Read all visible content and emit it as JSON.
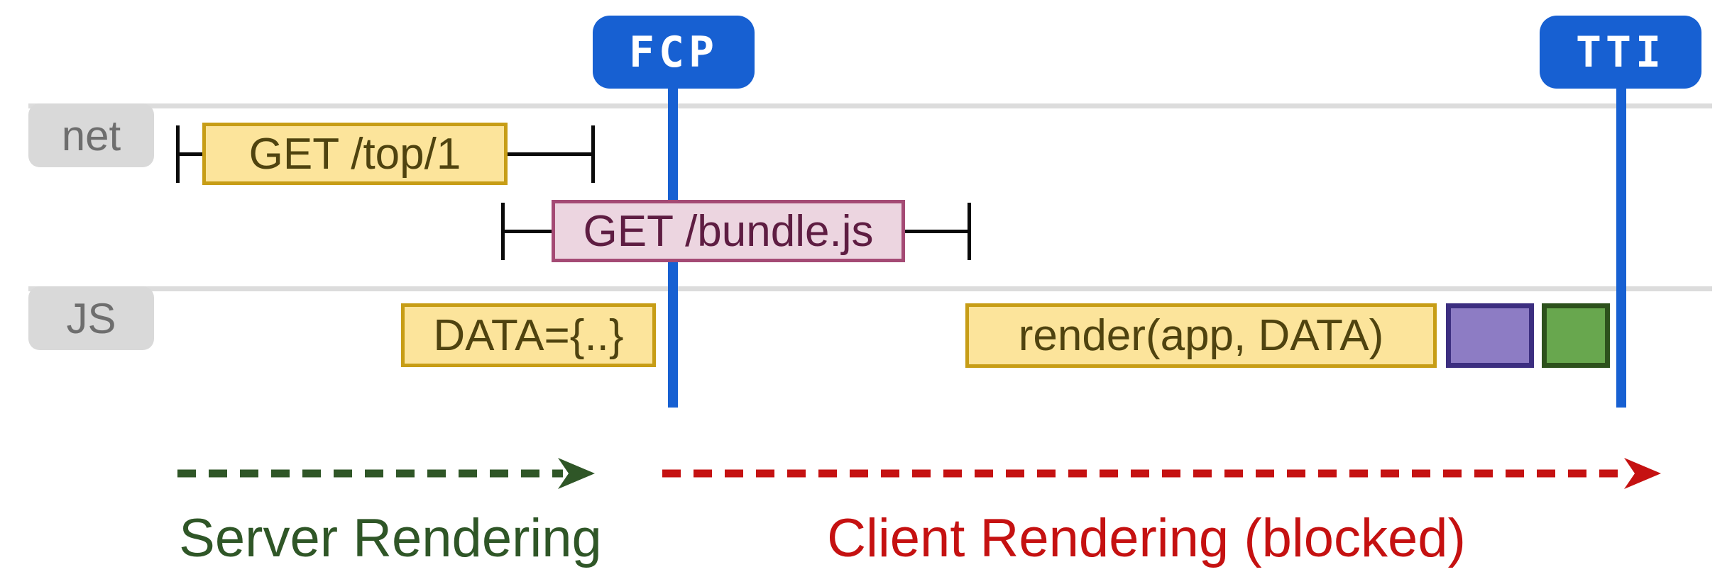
{
  "colors": {
    "marker-blue": "#1760d2",
    "marker-text": "#ffffff",
    "lane-line": "#dcdcdc",
    "lane-label-bg": "#d9d9d9",
    "lane-label-text": "#6e6e6e",
    "whisker-black": "#0a0a0a",
    "task-yellow-fill": "#fce49b",
    "task-yellow-border": "#c79d16",
    "task-yellow-text": "#4f430f",
    "task-pink-fill": "#ecd5e0",
    "task-pink-border": "#a44a74",
    "task-pink-text": "#5e1d42",
    "task-purple-fill": "#8d7cc4",
    "task-purple-border": "#3c2e80",
    "task-green-fill": "#68a74e",
    "task-green-border": "#2d511c",
    "phase-server-green": "#2f5627",
    "phase-client-red": "#c51111"
  },
  "lanes": {
    "net": {
      "label": "net"
    },
    "js": {
      "label": "JS"
    }
  },
  "markers": {
    "fcp": {
      "label": "FCP"
    },
    "tti": {
      "label": "TTI"
    }
  },
  "network_requests": {
    "top1": {
      "label": "GET /top/1"
    },
    "bundle": {
      "label": "GET /bundle.js"
    }
  },
  "js_tasks": {
    "data": {
      "label": "DATA={..}"
    },
    "render": {
      "label": "render(app, DATA)"
    }
  },
  "phases": {
    "server": {
      "label": "Server Rendering"
    },
    "client": {
      "label": "Client Rendering (blocked)"
    }
  }
}
